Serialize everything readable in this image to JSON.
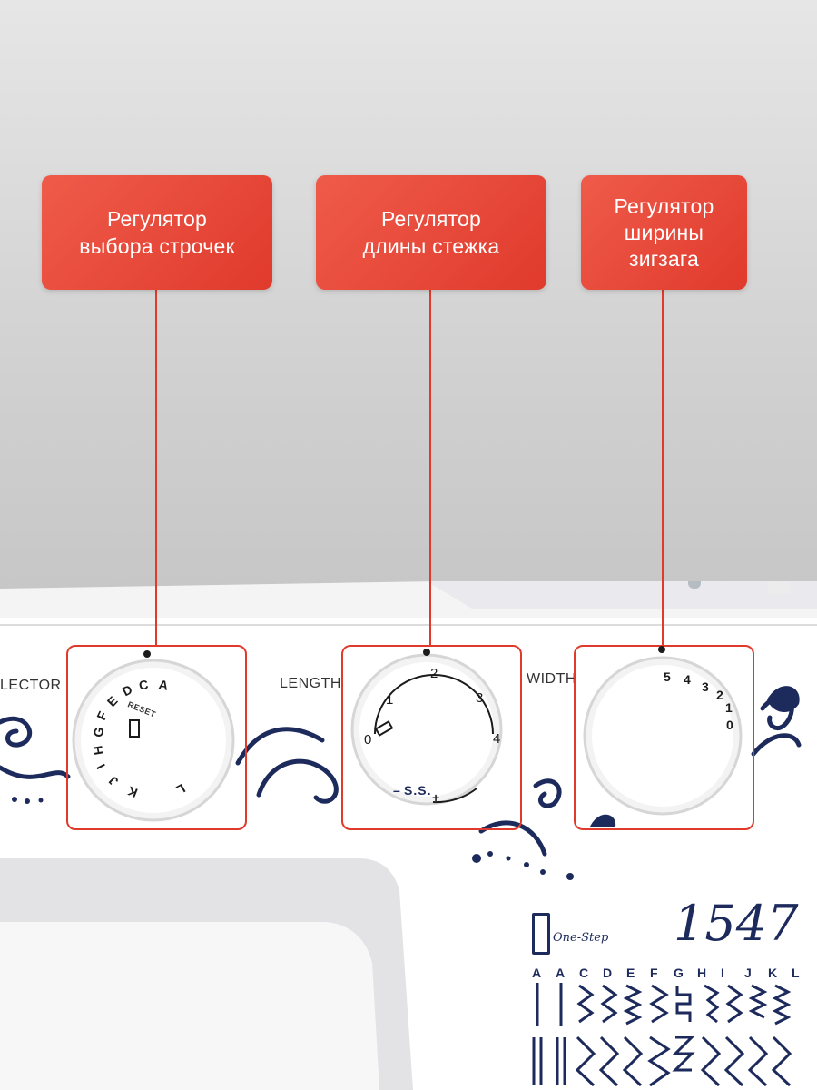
{
  "callouts": [
    {
      "id": "selector",
      "text": "Регулятор\nвыбора строчек"
    },
    {
      "id": "length",
      "text": "Регулятор\nдлины стежка"
    },
    {
      "id": "width",
      "text": "Регулятор\nширины\nзигзага"
    }
  ],
  "panel_labels": {
    "selector": "LECTOR",
    "length": "LENGTH",
    "width": "WIDTH"
  },
  "selector_dial": {
    "letters": [
      "A",
      "C",
      "D",
      "E",
      "F",
      "G",
      "H",
      "I",
      "J",
      "K",
      "L"
    ],
    "reset": "RESET"
  },
  "length_dial": {
    "marks": [
      "0",
      "1",
      "2",
      "3",
      "4"
    ],
    "ss": "S.S.",
    "minus": "–",
    "plus": "+"
  },
  "width_dial": {
    "marks": [
      "5",
      "4",
      "3",
      "2",
      "1",
      "0"
    ]
  },
  "model": {
    "number": "1547",
    "onestep": "One-Step"
  },
  "stitch_letters": [
    "A",
    "A",
    "C",
    "D",
    "E",
    "F",
    "G",
    "H",
    "I",
    "J",
    "K",
    "L"
  ],
  "colors": {
    "accent": "#e03a2c",
    "navy": "#1d2a5c",
    "body": "#ffffff"
  }
}
